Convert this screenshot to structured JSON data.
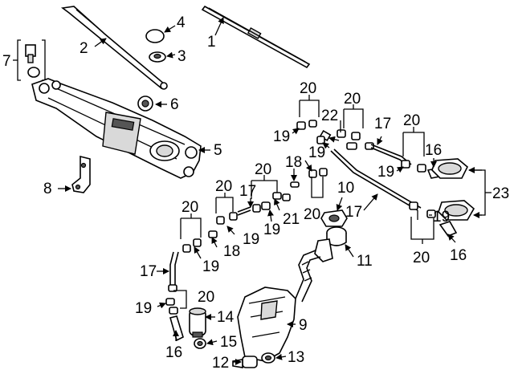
{
  "callouts": {
    "c1": "1",
    "c2": "2",
    "c3": "3",
    "c4": "4",
    "c5": "5",
    "c6": "6",
    "c7": "7",
    "c8": "8",
    "c9": "9",
    "c10": "10",
    "c11": "11",
    "c12": "12",
    "c13": "13",
    "c14": "14",
    "c15": "15",
    "c16a": "16",
    "c16b": "16",
    "c16c": "16",
    "c17a": "17",
    "c17b": "17",
    "c17c": "17",
    "c17d": "17",
    "c18a": "18",
    "c18b": "18",
    "c19a": "19",
    "c19b": "19",
    "c19c": "19",
    "c19d": "19",
    "c19e": "19",
    "c19f": "19",
    "c19g": "19",
    "c19h": "19",
    "c20a": "20",
    "c20b": "20",
    "c20c": "20",
    "c20d": "20",
    "c20e": "20",
    "c20f": "20",
    "c20g": "20",
    "c20h": "20",
    "c20i": "20",
    "c21": "21",
    "c22": "22",
    "c23": "23"
  }
}
